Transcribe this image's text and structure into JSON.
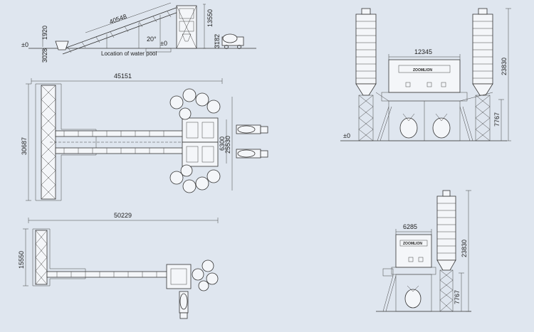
{
  "brand": "ZOOMLION",
  "side_view": {
    "dims": [
      "40548",
      "13550",
      "3182",
      "1920",
      "3028",
      "20°",
      "±0",
      "±0"
    ],
    "pool_label": "Location of water pool"
  },
  "plan_top": {
    "dims": [
      "45151",
      "30687",
      "6300",
      "25530"
    ]
  },
  "plan_bottom": {
    "dims": [
      "50229",
      "15550"
    ]
  },
  "front_double": {
    "dims": [
      "12345",
      "23830",
      "7767",
      "±0"
    ]
  },
  "front_single": {
    "dims": [
      "6285",
      "23830",
      "7767"
    ]
  }
}
